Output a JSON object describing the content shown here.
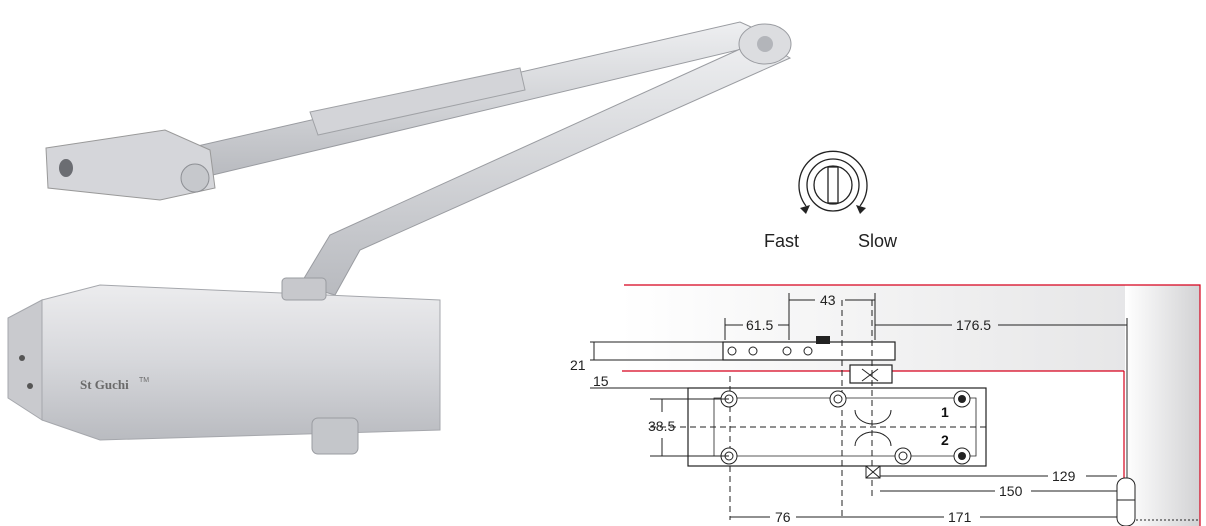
{
  "product": {
    "brand": "St Guchi",
    "trademark": "TM"
  },
  "speed_dial": {
    "fast_label": "Fast",
    "slow_label": "Slow"
  },
  "dimensions": {
    "d43": "43",
    "d61_5": "61.5",
    "d176_5": "176.5",
    "d21": "21",
    "d15": "15",
    "d38_5": "38.5",
    "pos1": "1",
    "pos2": "2",
    "d129": "129",
    "d150": "150",
    "d76": "76",
    "d171": "171"
  },
  "colors": {
    "door_edge": "#d6001c",
    "body": "#d9dadd",
    "line": "#222222"
  }
}
